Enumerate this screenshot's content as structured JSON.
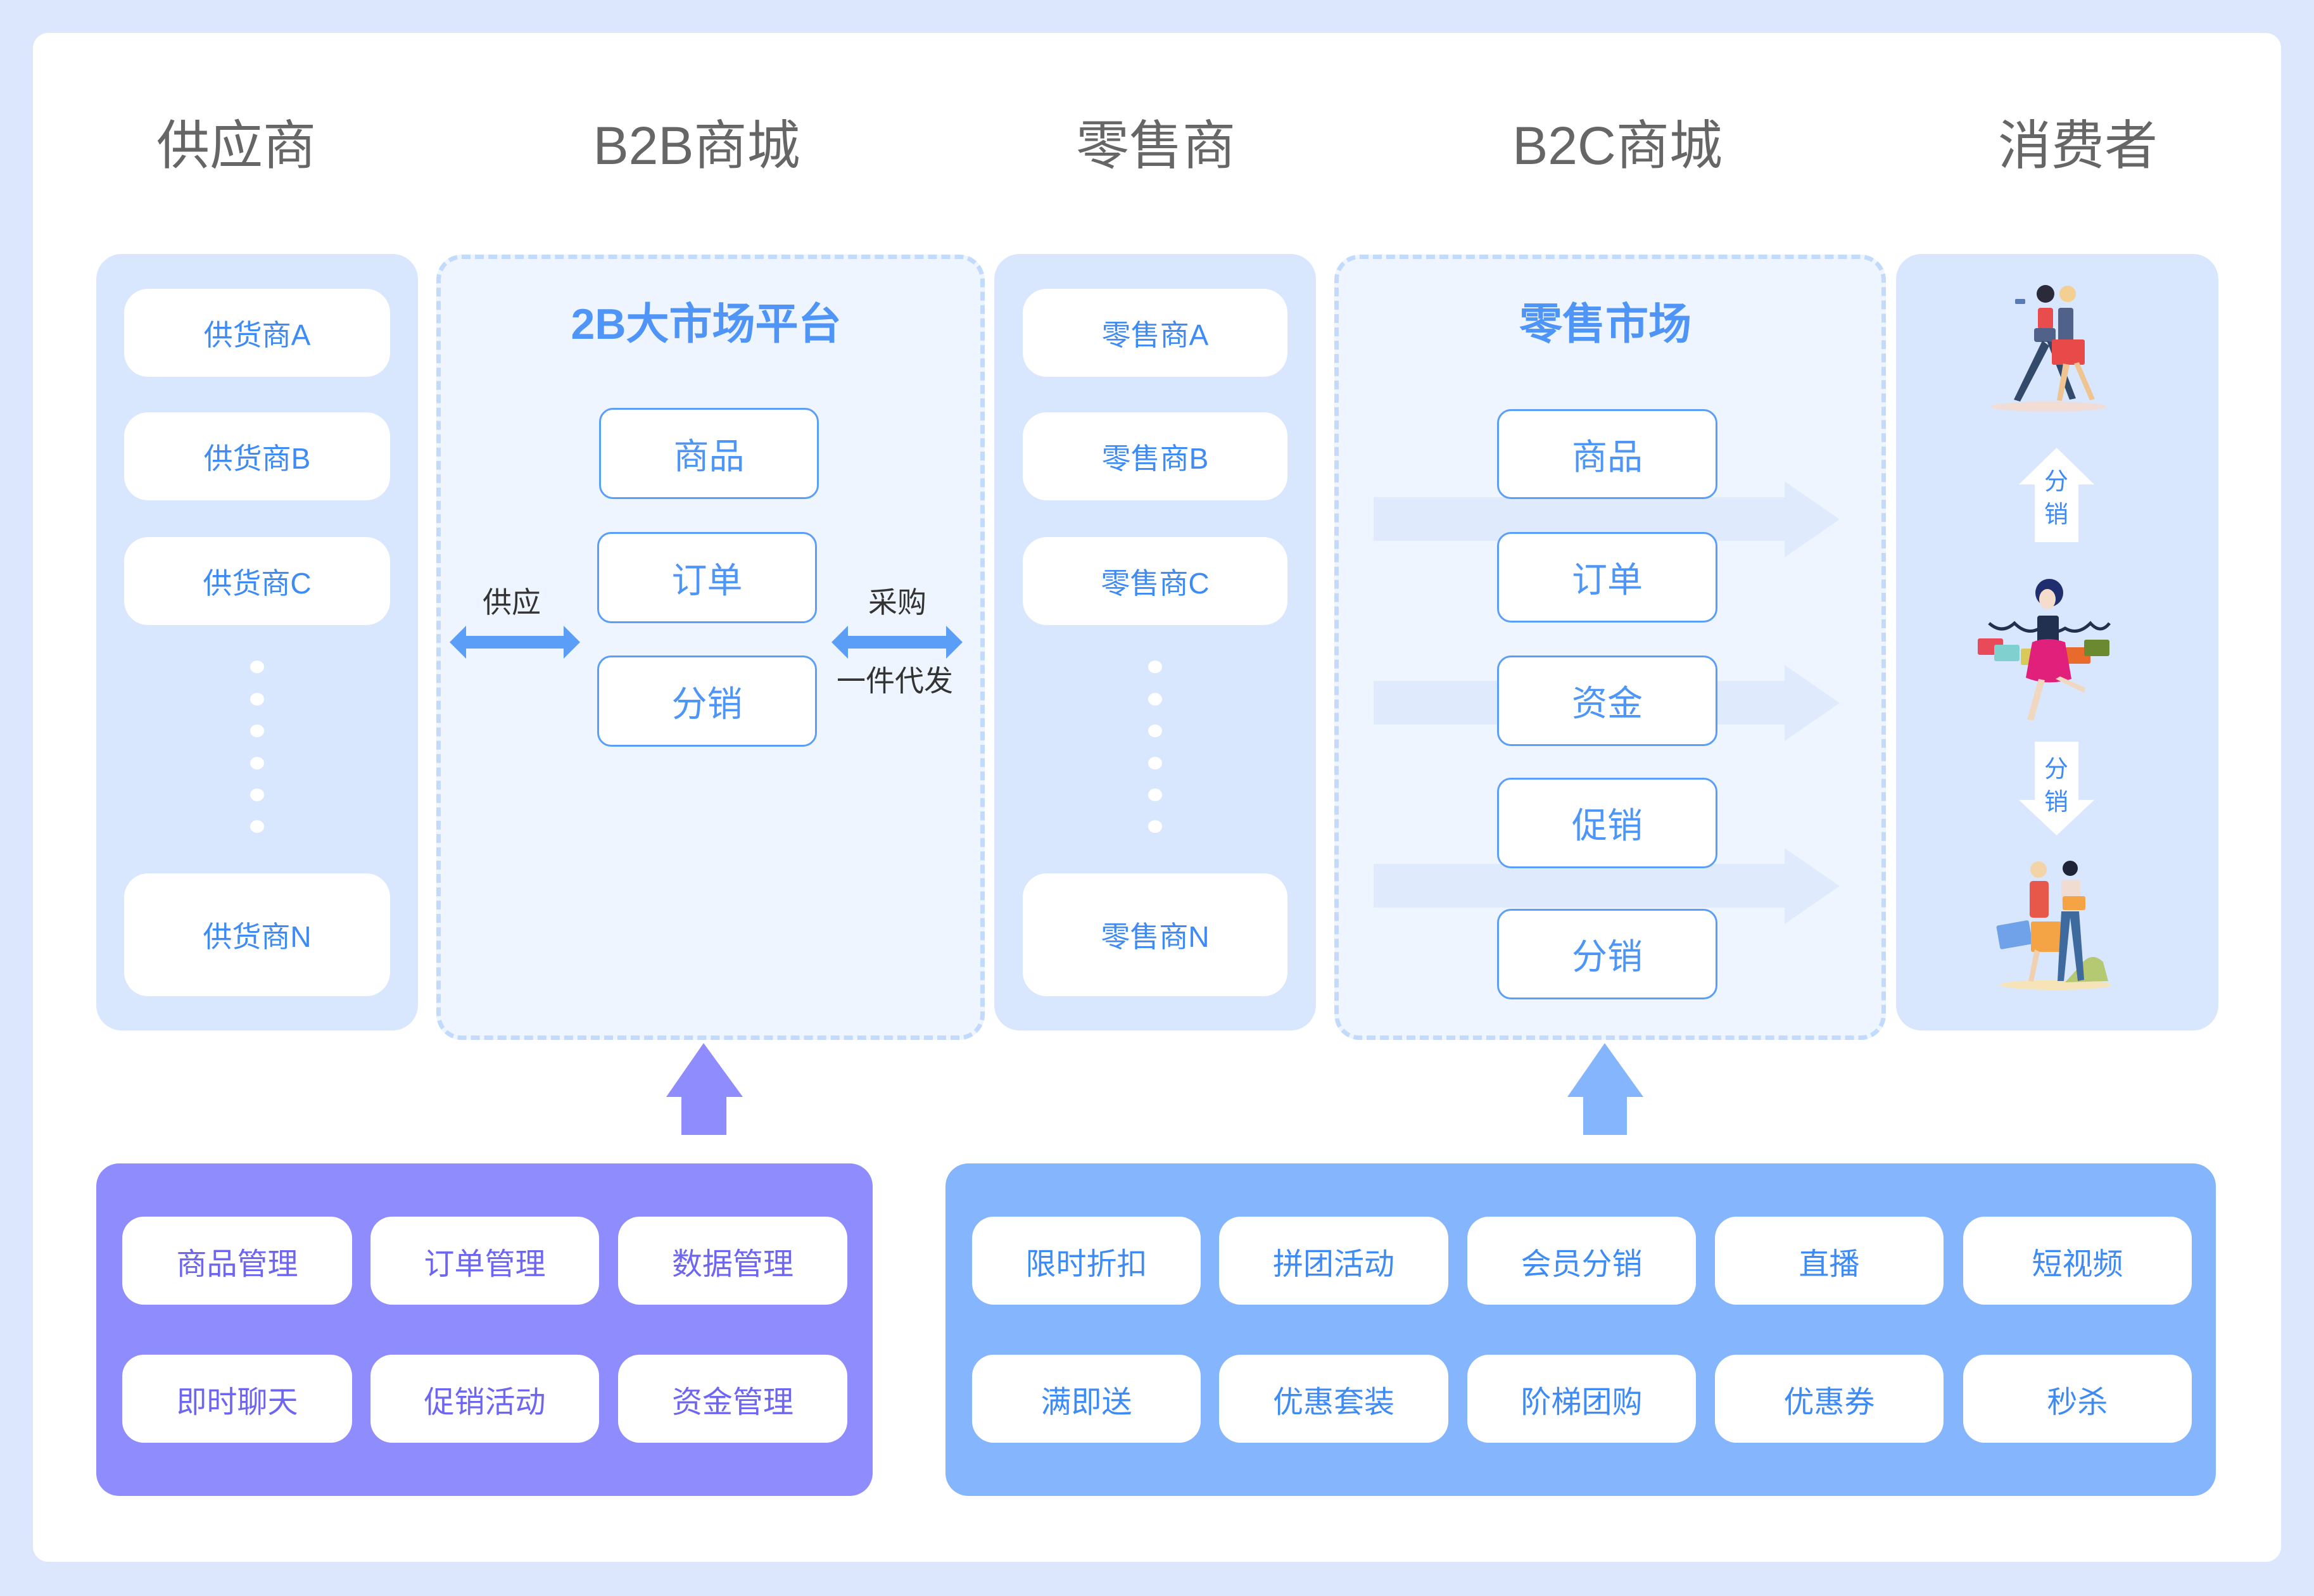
{
  "headers": {
    "supplier": "供应商",
    "b2b_mall": "B2B商城",
    "retailer": "零售商",
    "b2c_mall": "B2C商城",
    "consumer": "消费者"
  },
  "suppliers": {
    "items": [
      "供货商A",
      "供货商B",
      "供货商C"
    ],
    "last": "供货商N"
  },
  "b2b_platform": {
    "title": "2B大市场平台",
    "functions": [
      "商品",
      "订单",
      "分销"
    ],
    "left_link_label": "供应",
    "right_link_label_top": "采购",
    "right_link_label_bottom": "一件代发"
  },
  "retailers": {
    "items": [
      "零售商A",
      "零售商B",
      "零售商C"
    ],
    "last": "零售商N"
  },
  "retail_market": {
    "title": "零售市场",
    "functions": [
      "商品",
      "订单",
      "资金",
      "促销",
      "分销"
    ]
  },
  "consumers": {
    "up_arrow_label": [
      "分",
      "销"
    ],
    "down_arrow_label": [
      "分",
      "销"
    ],
    "illustrations": [
      "shoppers-walking-illustration",
      "woman-with-shopping-bags-illustration",
      "two-shoppers-illustration"
    ]
  },
  "b2b_features": {
    "rows": [
      [
        "商品管理",
        "订单管理",
        "数据管理"
      ],
      [
        "即时聊天",
        "促销活动",
        "资金管理"
      ]
    ]
  },
  "b2c_features": {
    "rows": [
      [
        "限时折扣",
        "拼团活动",
        "会员分销",
        "直播",
        "短视频"
      ],
      [
        "满即送",
        "优惠套装",
        "阶梯团购",
        "优惠券",
        "秒杀"
      ]
    ]
  },
  "colors": {
    "frame_bg": "#dce6fd",
    "column_bg": "#d8e7fe",
    "accent_blue": "#3e8bf6",
    "b2b_panel": "#8f8cfd",
    "b2b_text": "#6e66f0",
    "b2c_panel": "#85b5fd",
    "arrow_blue": "#5a9ef8"
  }
}
